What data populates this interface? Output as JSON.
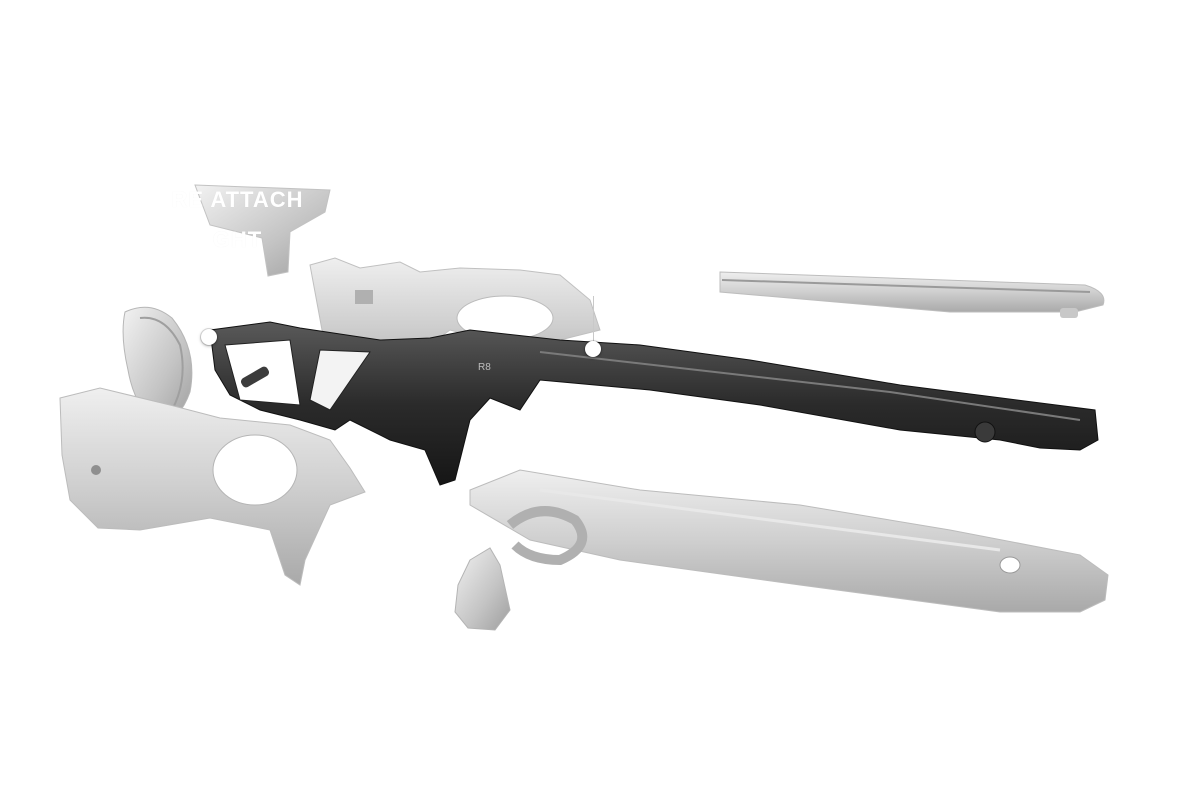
{
  "callout": {
    "line1": "RE ATTACH",
    "line2": "GHT"
  },
  "product": {
    "receiver_marking": "R8"
  },
  "colors": {
    "background": "#ffffff",
    "light_part": "#cfcfcf",
    "dark_part": "#2a2a2a",
    "hotspot": "#ffffff"
  }
}
